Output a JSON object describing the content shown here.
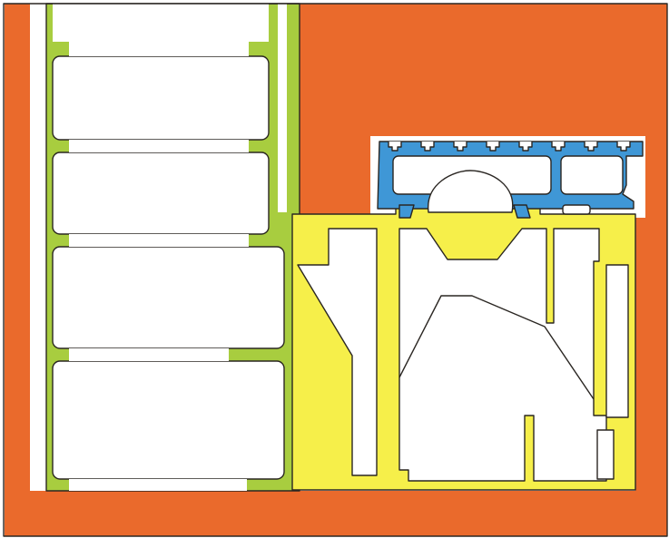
{
  "palette": {
    "background": "#ffffff",
    "outer_fill": "#ea6a2c",
    "green_profile": "#a8cd3f",
    "yellow_profile": "#f6ef4a",
    "blue_profile": "#3f97d6",
    "cavity": "#ffffff",
    "outline": "#2a2622"
  },
  "diagram": {
    "description_visible_text": "",
    "sections": [
      {
        "name": "orange-surround",
        "icon": "none"
      },
      {
        "name": "green-ladder-profile",
        "icon": "none"
      },
      {
        "name": "yellow-frame-profile",
        "icon": "none"
      },
      {
        "name": "blue-sash-profile",
        "icon": "none"
      }
    ]
  }
}
